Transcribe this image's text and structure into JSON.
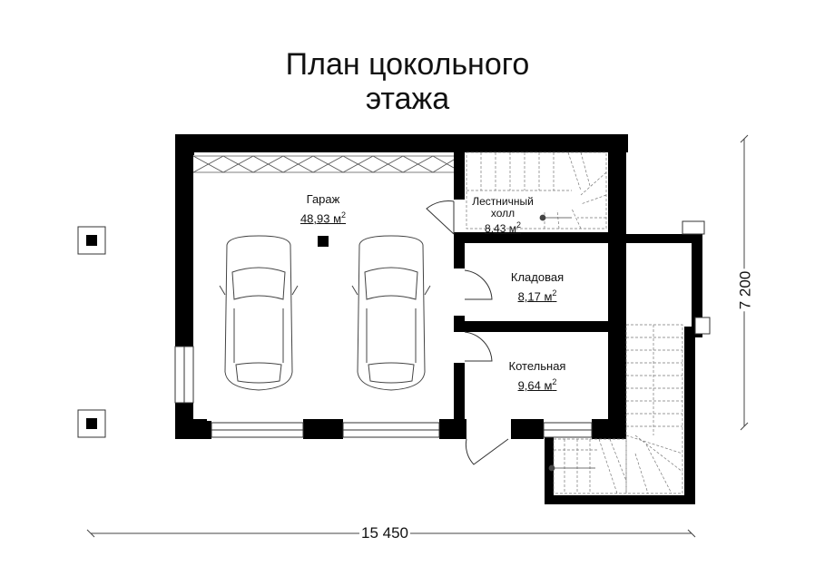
{
  "title": {
    "line1": "План цокольного",
    "line2": "этажа"
  },
  "rooms": {
    "garage": {
      "name": "Гараж",
      "area": "48,93 м",
      "sup": "2"
    },
    "stair_hall": {
      "name_line1": "Лестничный",
      "name_line2": "холл",
      "area": "8,43 м",
      "sup": "2"
    },
    "storage": {
      "name": "Кладовая",
      "area": "8,17 м",
      "sup": "2"
    },
    "boiler": {
      "name": "Котельная",
      "area": "9,64 м",
      "sup": "2"
    }
  },
  "dimensions": {
    "width": "15 450",
    "depth": "7 200"
  },
  "colors": {
    "wall": "#000000",
    "line": "#333333",
    "background": "#ffffff"
  }
}
